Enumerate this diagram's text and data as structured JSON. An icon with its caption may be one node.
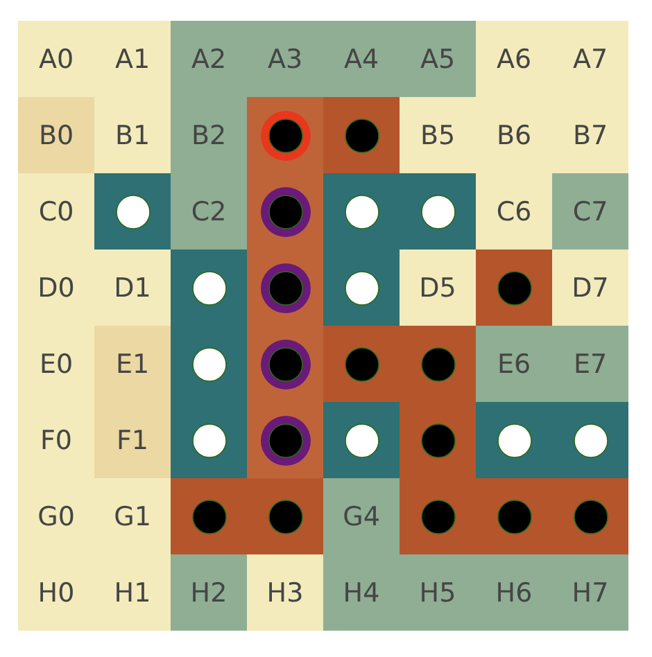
{
  "diagram": {
    "nodes": [
      {
        "text": [
          "A0"
        ]
      },
      {
        "text": [
          "A1"
        ]
      },
      {
        "text": [
          "A2"
        ]
      },
      {
        "text": [
          "A3"
        ]
      },
      {
        "text": [
          "A4"
        ]
      },
      {
        "text": [
          "A5"
        ]
      },
      {
        "text": [
          "A6"
        ]
      },
      {
        "text": [
          "A7"
        ]
      },
      {
        "text": [
          "B0"
        ]
      },
      {
        "text": [
          "B1"
        ]
      },
      {
        "text": [
          "B2"
        ]
      },
      {
        "text": [],
        "shape": "circle"
      },
      {
        "text": [],
        "shape": "circle"
      },
      {
        "text": [
          "B5"
        ]
      },
      {
        "text": [
          "B6"
        ]
      },
      {
        "text": [
          "B7"
        ]
      },
      {
        "text": [
          "C0"
        ]
      },
      {
        "text": [],
        "shape": "circle"
      },
      {
        "text": [
          "C2"
        ]
      },
      {
        "text": [],
        "shape": "circle"
      },
      {
        "text": [],
        "shape": "circle"
      },
      {
        "text": [],
        "shape": "circle"
      },
      {
        "text": [
          "C6"
        ]
      },
      {
        "text": [
          "C7"
        ]
      },
      {
        "text": [
          "D0"
        ]
      },
      {
        "text": [
          "D1"
        ]
      },
      {
        "text": [],
        "shape": "circle"
      },
      {
        "text": [],
        "shape": "circle"
      },
      {
        "text": [],
        "shape": "circle"
      },
      {
        "text": [
          "D5"
        ]
      },
      {
        "text": [],
        "shape": "circle"
      },
      {
        "text": [
          "D7"
        ]
      },
      {
        "text": [
          "E0"
        ]
      },
      {
        "text": [
          "E1"
        ]
      },
      {
        "text": [],
        "shape": "circle"
      },
      {
        "text": [],
        "shape": "circle"
      },
      {
        "text": [],
        "shape": "circle"
      },
      {
        "text": [],
        "shape": "circle"
      },
      {
        "text": [
          "E6"
        ]
      },
      {
        "text": [
          "E7"
        ]
      },
      {
        "text": [
          "F0"
        ]
      },
      {
        "text": [
          "F1"
        ]
      },
      {
        "text": [],
        "shape": "circle"
      },
      {
        "text": [],
        "shape": "circle"
      },
      {
        "text": [],
        "shape": "circle"
      },
      {
        "text": [],
        "shape": "circle"
      },
      {
        "text": [],
        "shape": "circle"
      },
      {
        "text": [],
        "shape": "circle"
      },
      {
        "text": [
          "G0"
        ]
      },
      {
        "text": [
          "G1"
        ]
      },
      {
        "text": [],
        "shape": "circle"
      },
      {
        "text": [],
        "shape": "circle"
      },
      {
        "text": [
          "G4"
        ]
      },
      {
        "text": [],
        "shape": "circle"
      },
      {
        "text": [],
        "shape": "circle"
      },
      {
        "text": [],
        "shape": "circle"
      },
      {
        "text": [
          "H0"
        ]
      },
      {
        "text": [
          "H1"
        ]
      },
      {
        "text": [
          "H2"
        ]
      },
      {
        "text": [
          "H3"
        ]
      },
      {
        "text": [
          "H4"
        ]
      },
      {
        "text": [
          "H5"
        ]
      },
      {
        "text": [
          "H6"
        ]
      },
      {
        "text": [
          "H7"
        ]
      }
    ]
  }
}
